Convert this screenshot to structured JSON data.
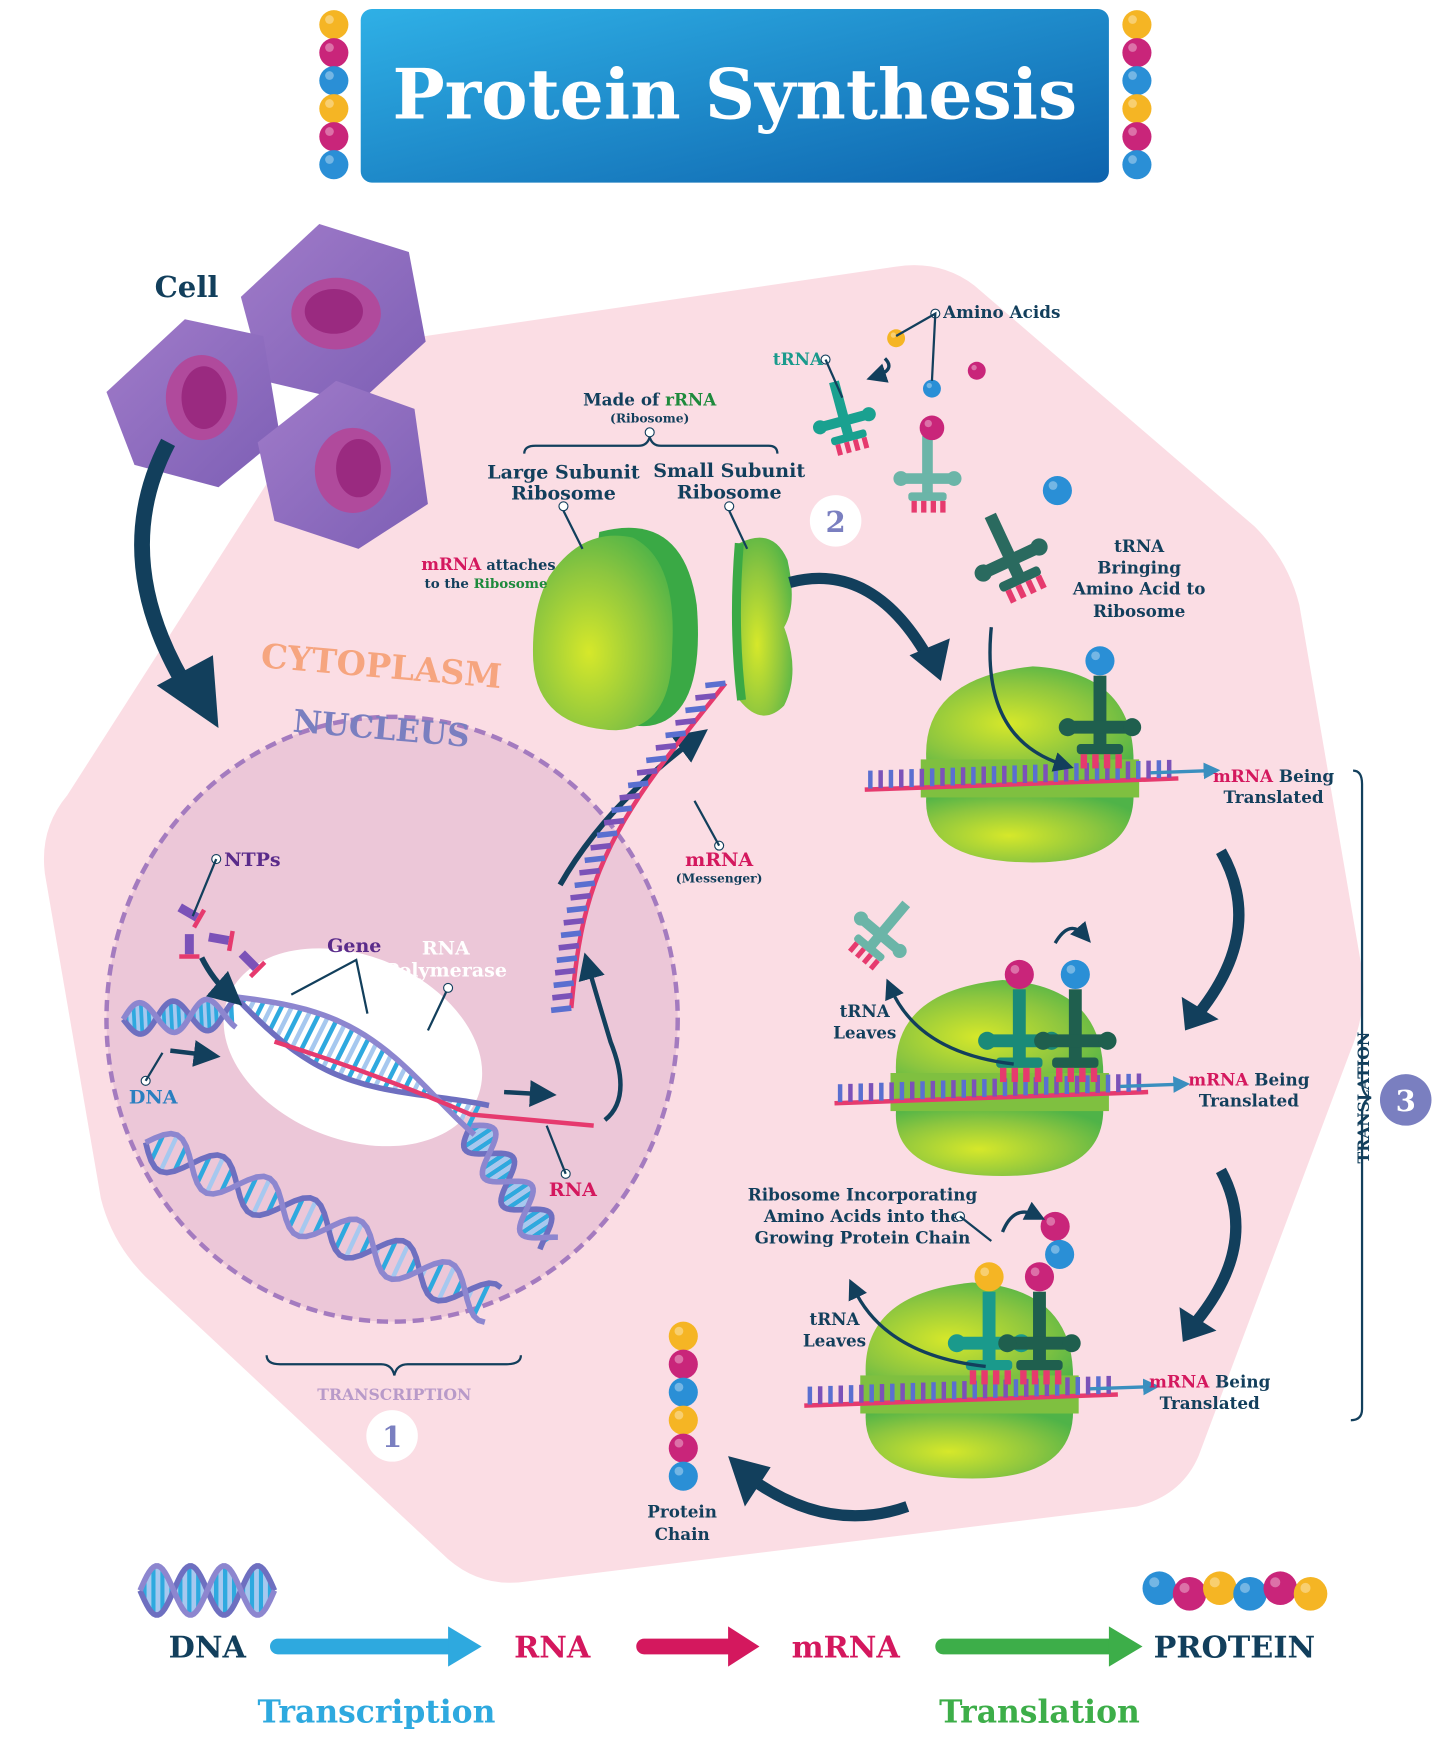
{
  "title": "Protein Synthesis",
  "colors": {
    "banner": "#1f8fd6",
    "background_pink": "#fbdde4",
    "nucleus_fill": "#ecc7d8",
    "ribosome_green": "#8dc63f",
    "navy": "#123f5c",
    "mrna_pink": "#d4185e",
    "trna_teal": "#1a9a8c",
    "transcription_blue": "#2ea9df",
    "translation_green": "#3dae49"
  },
  "labels": {
    "cell": "Cell",
    "cytoplasm": "CYTOPLASM",
    "nucleus": "NUCLEUS",
    "ntps": "NTPs",
    "gene": "Gene",
    "rna_polymerase": [
      "RNA",
      "Polymerase"
    ],
    "dna": "DNA",
    "rna": "RNA",
    "mrna": "mRNA",
    "mrna_sub": "(Messenger)",
    "made_of": "Made of ",
    "rrna": "rRNA",
    "ribosome_sub": "(Ribosome)",
    "large_subunit": [
      "Large Subunit",
      "Ribosome"
    ],
    "small_subunit": [
      "Small Subunit",
      "Ribosome"
    ],
    "mrna_attaches": {
      "mrna": "mRNA",
      "attaches": " attaches",
      "to_the": "to the ",
      "ribosome": "Ribosome"
    },
    "trna": "tRNA",
    "amino_acids": "Amino Acids",
    "trna_bringing": [
      "tRNA",
      "Bringing",
      "Amino Acid to",
      "Ribosome"
    ],
    "mrna_being_translated": {
      "mrna": "mRNA",
      "being": " Being",
      "translated": "Translated"
    },
    "trna_leaves": [
      "tRNA",
      "Leaves"
    ],
    "ribosome_incorporating": [
      "Ribosome Incorporating",
      "Amino Acids into the",
      "Growing Protein Chain"
    ],
    "protein_chain": [
      "Protein",
      "Chain"
    ],
    "transcription_stage": "TRANSCRIPTION",
    "translation_stage": "TRANSLATION"
  },
  "steps": [
    "1",
    "2",
    "3"
  ],
  "flow": {
    "items": [
      "DNA",
      "RNA",
      "mRNA",
      "PROTEIN"
    ],
    "transcription": "Transcription",
    "translation": "Translation"
  }
}
